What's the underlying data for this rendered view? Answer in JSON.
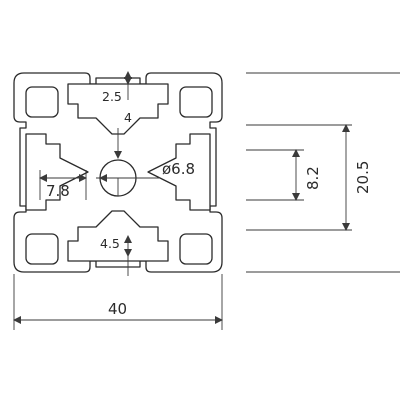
{
  "dimensions": {
    "width": "40",
    "slot_opening": "2.5",
    "center_web": "4",
    "web_thickness": "7.8",
    "bore": "ø6.8",
    "lower_web": "4.5",
    "slot_inner": "8.2",
    "slot_depth": "20.5"
  }
}
